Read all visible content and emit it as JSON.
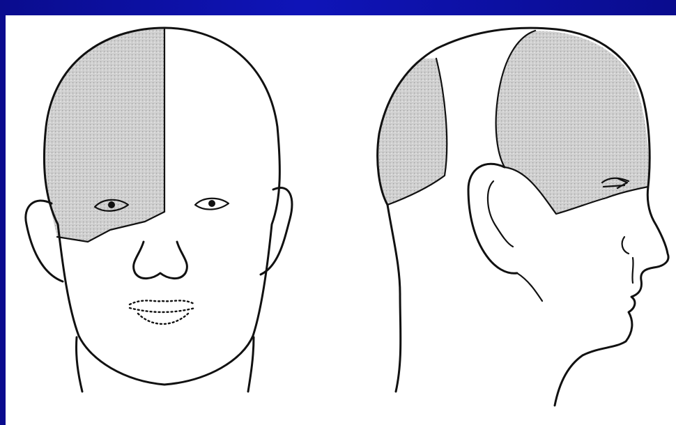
{
  "figure": {
    "colors": {
      "background": "#0f14b8",
      "panel": "#ffffff",
      "shading": "#cfcfcf",
      "line": "#111111"
    },
    "views": [
      {
        "view": "front",
        "shaded_region": "right-forehead-scalp"
      },
      {
        "view": "side",
        "shaded_region": "occipital-and-temporal-scalp"
      }
    ]
  }
}
